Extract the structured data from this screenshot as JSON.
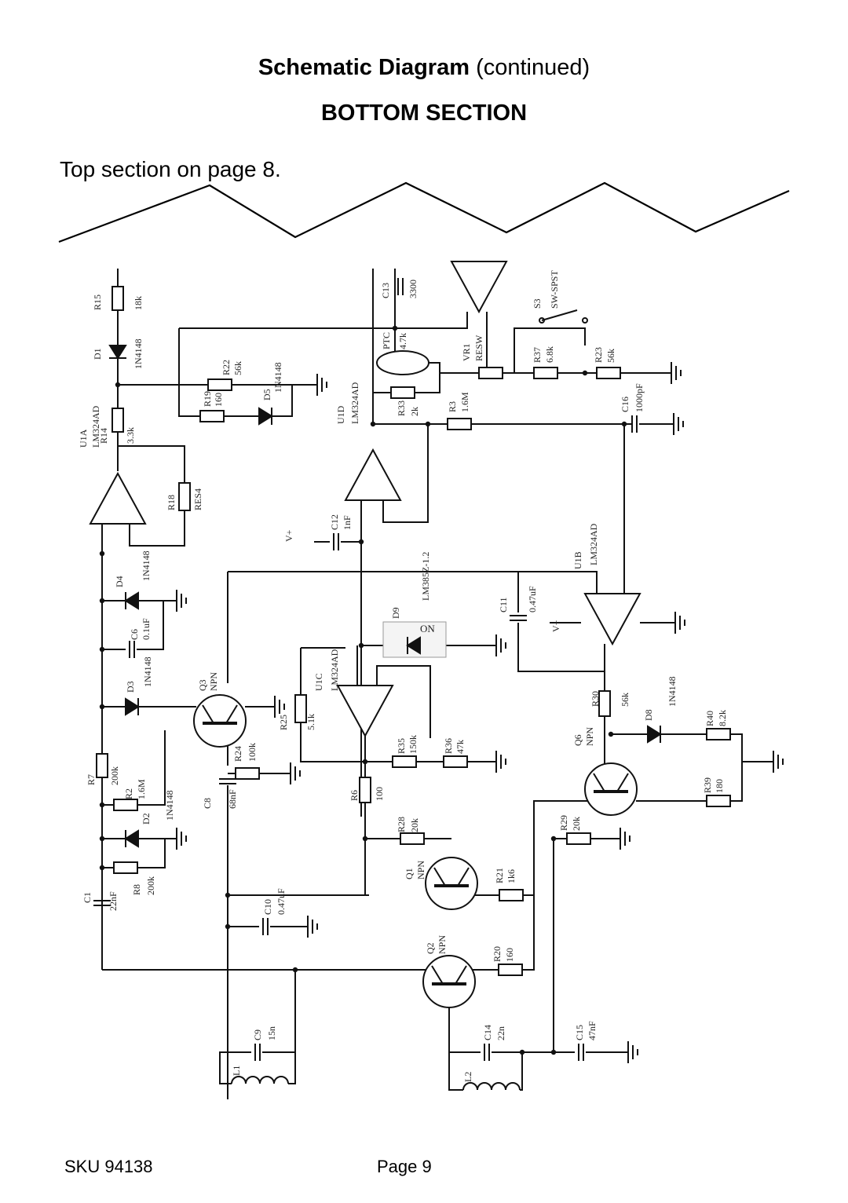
{
  "header": {
    "title_bold": "Schematic Diagram",
    "title_rest": "(continued)",
    "section": "BOTTOM SECTION",
    "note": "Top section on page 8."
  },
  "footer": {
    "sku": "SKU 94138",
    "page": "Page 9"
  },
  "schematic": {
    "labels": {
      "R15": "R15",
      "R15v": "18k",
      "D1": "D1",
      "D1v": "1N4148",
      "R22": "R22",
      "R22v": "56k",
      "D5": "D5",
      "D5v": "1N4148",
      "R19": "R19",
      "R19v": "160",
      "U1A": "U1A",
      "U1Av": "LM324AD",
      "R14": "R14",
      "R14v": "3.3k",
      "R18": "R18",
      "R18v": "RES4",
      "D4": "D4",
      "D4v": "1N4148",
      "C6": "C6",
      "C6v": "0.1uF",
      "D3": "D3",
      "D3v": "1N4148",
      "Q3": "Q3",
      "Q3v": "NPN",
      "R7": "R7",
      "R7v": "200k",
      "R2": "R2",
      "R2v": "1.6M",
      "D2": "D2",
      "D2v": "1N4148",
      "R8": "R8",
      "R8v": "200k",
      "C1": "C1",
      "C1v": "22nF",
      "C8": "C8",
      "C8v": "68nF",
      "R24": "R24",
      "R24v": "100k",
      "C10": "C10",
      "C10v": "0.47uF",
      "C9": "C9",
      "C9v": "15n",
      "L1": "L1",
      "C13": "C13",
      "C13v": "3300",
      "PTC": "PTC",
      "PTCv": "4.7k",
      "R33": "R33",
      "R33v": "2k",
      "U1D": "U1D",
      "U1Dv": "LM324AD",
      "C12": "C12",
      "C12v": "1nF",
      "Vplus": "V+",
      "D9": "D9",
      "D9v": "LM385Z-1.2",
      "ON": "ON",
      "U1C": "U1C",
      "U1Cv": "LM324AD",
      "R25": "R25",
      "R25v": "5.1k",
      "R35": "R35",
      "R35v": "150k",
      "R36": "R36",
      "R36v": "47k",
      "R6": "R6",
      "R6v": "100",
      "R28": "R28",
      "R28v": "20k",
      "Q1": "Q1",
      "Q1v": "NPN",
      "R21": "R21",
      "R21v": "1k6",
      "Q2": "Q2",
      "Q2v": "NPN",
      "R20": "R20",
      "R20v": "160",
      "C14": "C14",
      "C14v": "22n",
      "L2": "L2",
      "VR1": "VR1",
      "VR1v": "RESW",
      "S3": "S3",
      "S3v": "SW-SPST",
      "R37": "R37",
      "R37v": "6.8k",
      "R23": "R23",
      "R23v": "56k",
      "R3": "R3",
      "R3v": "1.6M",
      "C16": "C16",
      "C16v": "1000pF",
      "U1B": "U1B",
      "U1Bv": "LM324AD",
      "C11": "C11",
      "C11v": "0.47uF",
      "R30": "R30",
      "R30v": "56k",
      "D8": "D8",
      "D8v": "1N4148",
      "R40": "R40",
      "R40v": "8.2k",
      "Q6": "Q6",
      "Q6v": "NPN",
      "R39": "R39",
      "R39v": "180",
      "R29": "R29",
      "R29v": "20k",
      "C15": "C15",
      "C15v": "47nF"
    }
  }
}
